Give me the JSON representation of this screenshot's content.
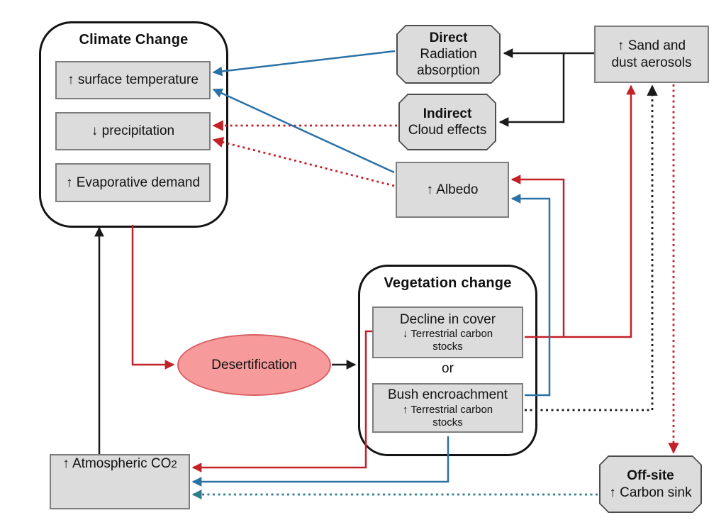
{
  "diagram": {
    "climate": {
      "title": "Climate Change",
      "surface_temp": "↑ surface temperature",
      "precipitation": "↓ precipitation",
      "evaporative": "↑ Evaporative demand"
    },
    "direct": {
      "title": "Direct",
      "line1": "Radiation",
      "line2": "absorption"
    },
    "indirect": {
      "title": "Indirect",
      "line1": "Cloud effects"
    },
    "albedo": {
      "label": "↑ Albedo"
    },
    "sand": {
      "line1": "↑ Sand and",
      "line2": "dust aerosols"
    },
    "desertification": {
      "label": "Desertification"
    },
    "vegetation": {
      "title": "Vegetation change",
      "decline": {
        "title": "Decline in cover",
        "sub1": "↓ Terrestrial carbon",
        "sub2": "stocks"
      },
      "or_label": "or",
      "bush": {
        "title": "Bush encroachment",
        "sub1": "↑ Terrestrial carbon",
        "sub2": "stocks"
      }
    },
    "co2": {
      "label": "↑ Atmospheric CO",
      "sub": "2"
    },
    "offsite": {
      "title": "Off-site",
      "line1": "↑ Carbon sink"
    }
  },
  "colors": {
    "arrow_black": "#1a1a1a",
    "arrow_red": "#c32128",
    "arrow_blue": "#2a71a6",
    "arrow_teal_dashed": "#2e7d8c",
    "box_fill": "#dcdcdc",
    "box_border": "#7d7d7d",
    "container_border": "#141414",
    "ellipse_fill": "#f79a9c",
    "ellipse_border": "#d95f63"
  }
}
